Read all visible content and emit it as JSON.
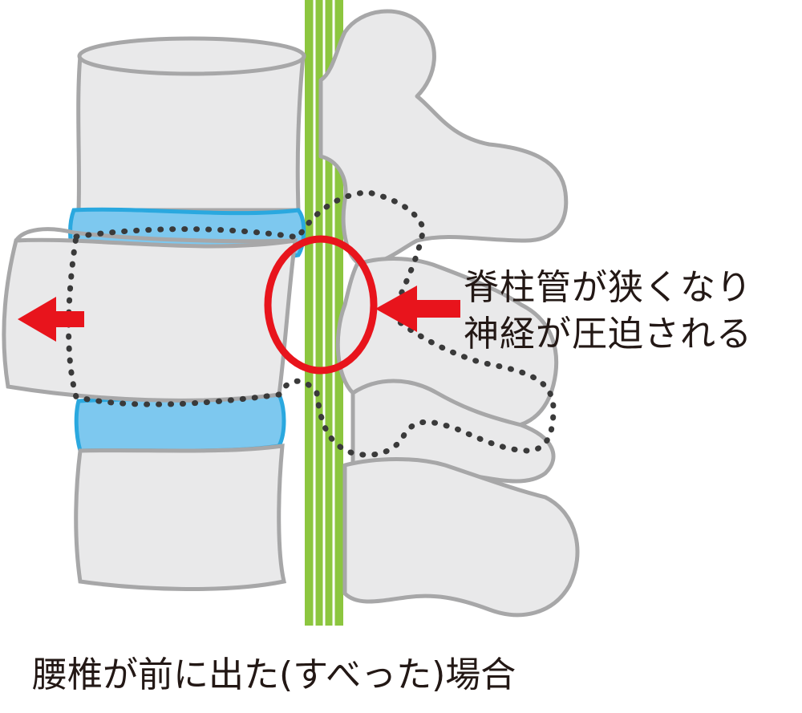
{
  "callout": {
    "line1": "脊柱管が狭くなり",
    "line2": "神経が圧迫される"
  },
  "caption": "腰椎が前に出た(すべった)場合",
  "colors": {
    "bone_fill": "#e9e9ea",
    "bone_outline": "#a7a7a8",
    "disc_fill": "#7dc8ef",
    "disc_outline": "#2aa8df",
    "nerve_green": "#8cc63f",
    "highlight_red": "#e8141c",
    "dotted_outline": "#3a3a3a",
    "text": "#231815"
  }
}
